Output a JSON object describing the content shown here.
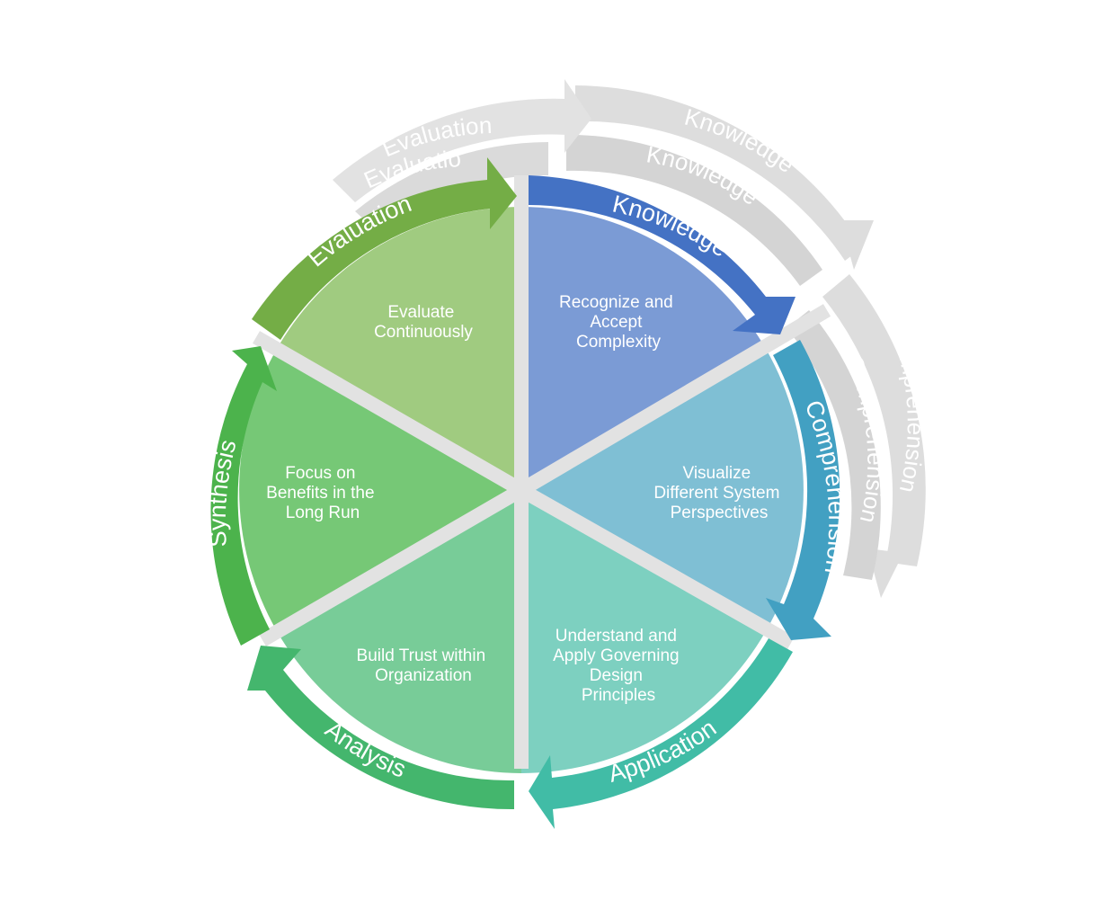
{
  "diagram": {
    "segments": [
      {
        "id": "knowledge",
        "stage": "Knowledge",
        "text": [
          "Recognize and",
          "Accept",
          "Complexity"
        ],
        "fill": "#7b9bd5",
        "arc": "#4472c4"
      },
      {
        "id": "comprehension",
        "stage": "Comprehension",
        "text": [
          "Visualize",
          "Different System",
          "Perspectives"
        ],
        "fill": "#7fbfd4",
        "arc": "#42a0c2"
      },
      {
        "id": "application",
        "stage": "Application",
        "text": [
          "Understand and",
          "Apply Governing",
          "Design",
          "Principles"
        ],
        "fill": "#7dd0c0",
        "arc": "#41bca6"
      },
      {
        "id": "analysis",
        "stage": "Analysis",
        "text": [
          "Build Trust within",
          "Organization"
        ],
        "fill": "#78cc98",
        "arc": "#44b66d"
      },
      {
        "id": "synthesis",
        "stage": "Synthesis",
        "text": [
          "Focus on",
          "Benefits in the",
          "Long Run"
        ],
        "fill": "#76c876",
        "arc": "#4cb34c"
      },
      {
        "id": "evaluation",
        "stage": "Evaluation",
        "text": [
          "Evaluate",
          "Continuously"
        ],
        "fill": "#a0cb80",
        "arc": "#74ad46"
      }
    ],
    "ghost_labels": [
      "Knowledge",
      "Knowledge",
      "Comprehension",
      "Comprehension",
      "Evaluation",
      "Evaluation"
    ],
    "ghost_color": "#d6d6d6",
    "divider_color": "#e2e2e2"
  }
}
